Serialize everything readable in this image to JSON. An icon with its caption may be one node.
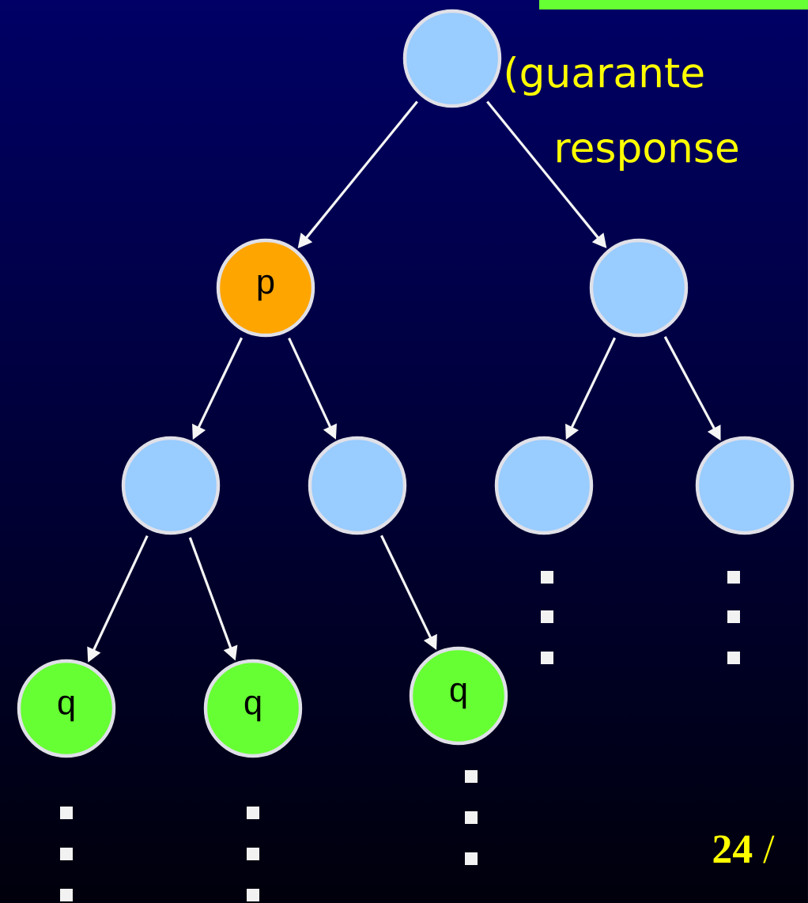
{
  "diagram": {
    "nodes": [
      {
        "text": [],
        "shape": "circle"
      },
      {
        "text": [
          "p"
        ]
      },
      {
        "text": [],
        "shape": "circle"
      },
      {
        "text": [],
        "shape": "circle"
      },
      {
        "text": [],
        "shape": "circle"
      },
      {
        "text": [],
        "shape": "circle"
      },
      {
        "text": [],
        "shape": "circle"
      },
      {
        "text": [
          "q"
        ]
      },
      {
        "text": [
          "q"
        ]
      },
      {
        "text": [
          "q"
        ]
      }
    ],
    "edges": [
      {
        "from": 0,
        "to": 1,
        "arrow": "to"
      },
      {
        "from": 0,
        "to": 2,
        "arrow": "to"
      },
      {
        "from": 1,
        "to": 3,
        "arrow": "to"
      },
      {
        "from": 1,
        "to": 4,
        "arrow": "to"
      },
      {
        "from": 2,
        "to": 5,
        "arrow": "to"
      },
      {
        "from": 2,
        "to": 6,
        "arrow": "to"
      },
      {
        "from": 3,
        "to": 7,
        "arrow": "to"
      },
      {
        "from": 3,
        "to": 8,
        "arrow": "to"
      },
      {
        "from": 4,
        "to": 9,
        "arrow": "to"
      }
    ],
    "labels": [
      "(guarante",
      "response",
      "**24** /"
    ]
  }
}
